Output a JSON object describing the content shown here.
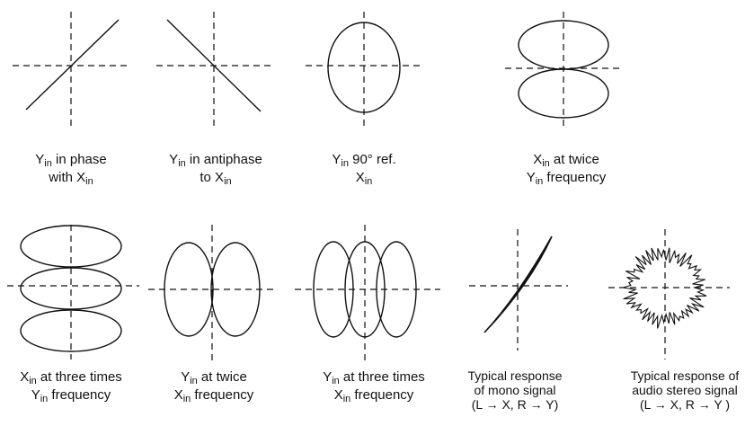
{
  "figures": [
    {
      "id": "in-phase",
      "lines": [
        [
          {
            "t": "Y"
          },
          {
            "s": "in"
          },
          {
            "t": " in phase"
          }
        ],
        [
          {
            "t": "with X"
          },
          {
            "s": "in"
          }
        ]
      ]
    },
    {
      "id": "antiphase",
      "lines": [
        [
          {
            "t": "Y"
          },
          {
            "s": "in"
          },
          {
            "t": " in antiphase"
          }
        ],
        [
          {
            "t": "to X"
          },
          {
            "s": "in"
          }
        ]
      ]
    },
    {
      "id": "circle-90",
      "lines": [
        [
          {
            "t": "Y"
          },
          {
            "s": "in"
          },
          {
            "t": " 90° ref."
          }
        ],
        [
          {
            "t": "X"
          },
          {
            "s": "in"
          }
        ]
      ]
    },
    {
      "id": "x-twice-y",
      "lines": [
        [
          {
            "t": "X"
          },
          {
            "s": "in"
          },
          {
            "t": " at twice"
          }
        ],
        [
          {
            "t": "Y"
          },
          {
            "s": "in"
          },
          {
            "t": " frequency"
          }
        ]
      ]
    },
    {
      "id": "x-three-times-y",
      "lines": [
        [
          {
            "t": "X"
          },
          {
            "s": "in"
          },
          {
            "t": " at three times"
          }
        ],
        [
          {
            "t": "Y"
          },
          {
            "s": "in"
          },
          {
            "t": " frequency"
          }
        ]
      ]
    },
    {
      "id": "y-twice-x",
      "lines": [
        [
          {
            "t": "Y"
          },
          {
            "s": "in"
          },
          {
            "t": " at twice"
          }
        ],
        [
          {
            "t": "X"
          },
          {
            "s": "in"
          },
          {
            "t": " frequency"
          }
        ]
      ]
    },
    {
      "id": "y-three-times-x",
      "lines": [
        [
          {
            "t": "Y"
          },
          {
            "s": "in"
          },
          {
            "t": " at three times"
          }
        ],
        [
          {
            "t": "X"
          },
          {
            "s": "in"
          },
          {
            "t": " frequency"
          }
        ]
      ]
    },
    {
      "id": "mono-response",
      "lines": [
        [
          {
            "t": "Typical response"
          }
        ],
        [
          {
            "t": "of mono signal"
          }
        ],
        [
          {
            "t": "(L → X, R → Y)"
          }
        ]
      ]
    },
    {
      "id": "stereo-response",
      "lines": [
        [
          {
            "t": "Typical response of"
          }
        ],
        [
          {
            "t": "audio stereo signal"
          }
        ],
        [
          {
            "t": "(L → X, R → Y )"
          }
        ]
      ]
    }
  ]
}
